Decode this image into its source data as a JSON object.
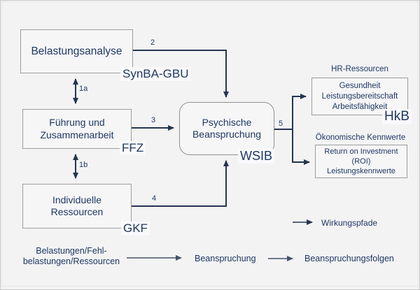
{
  "boxes": {
    "belastung": {
      "label": "Belastungsanalyse",
      "tag": "SynBA-GBU"
    },
    "fuehrung": {
      "line1": "Führung und",
      "line2": "Zusammenarbeit",
      "tag": "FFZ"
    },
    "individuell": {
      "line1": "Individuelle",
      "line2": "Ressourcen",
      "tag": "GKF"
    },
    "psychisch": {
      "line1": "Psychische",
      "line2": "Beanspruchung",
      "tag": "WSIB"
    },
    "hr": {
      "heading": "HR-Ressourcen",
      "line1": "Gesundheit",
      "line2": "Leistungsbereitschaft",
      "line3": "Arbeitsfähigkeit",
      "tag": "HkB"
    },
    "oeko": {
      "heading": "Ökonomische Kennwerte",
      "line1": "Return on Investment",
      "line2": "(ROI)",
      "line3": "Leistungskennwerte"
    }
  },
  "path_labels": {
    "p1a": "1a",
    "p1b": "1b",
    "p2": "2",
    "p3": "3",
    "p4": "4",
    "p5": "5"
  },
  "legend": {
    "wirkungspfade": "Wirkungspfade"
  },
  "flow": {
    "step1_line1": "Belastungen/Fehl-",
    "step1_line2": "belastungen/Ressourcen",
    "step2": "Beanspruchung",
    "step3": "Beanspruchungsfolgen"
  },
  "colors": {
    "text": "#1f3864",
    "arrow": "#243550",
    "flow_arrow": "#44536a",
    "box_border": "#9c9c9c",
    "background": "#f3f3f4"
  }
}
